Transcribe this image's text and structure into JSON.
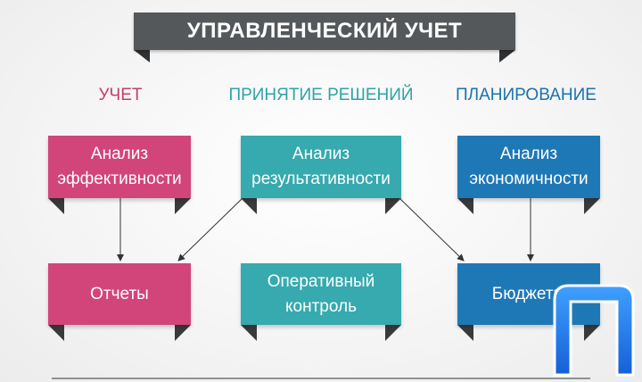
{
  "title": "УПРАВЛЕНЧЕСКИЙ УЧЕТ",
  "columns": [
    {
      "header": "УЧЕТ",
      "color": "#c43c6b"
    },
    {
      "header": "ПРИНЯТИЕ РЕШЕНИЙ",
      "color": "#2ea3a8"
    },
    {
      "header": "ПЛАНИРОВАНИЕ",
      "color": "#1a72ad"
    }
  ],
  "boxes": {
    "top_left": {
      "line1": "Анализ",
      "line2": "эффективности"
    },
    "top_mid": {
      "line1": "Анализ",
      "line2": "результативности"
    },
    "top_right": {
      "line1": "Анализ",
      "line2": "экономичности"
    },
    "bottom_left": {
      "line1": "Отчеты"
    },
    "bottom_mid": {
      "line1": "Оперативный",
      "line2": "контроль"
    },
    "bottom_right": {
      "line1": "Бюджеты"
    }
  },
  "colors": {
    "pink": "#d2457a",
    "teal": "#36aaae",
    "blue": "#1f78b6",
    "ribbon": "#55585a",
    "logo": "#1877e8"
  },
  "logo_icon": "brand-logo-icon"
}
